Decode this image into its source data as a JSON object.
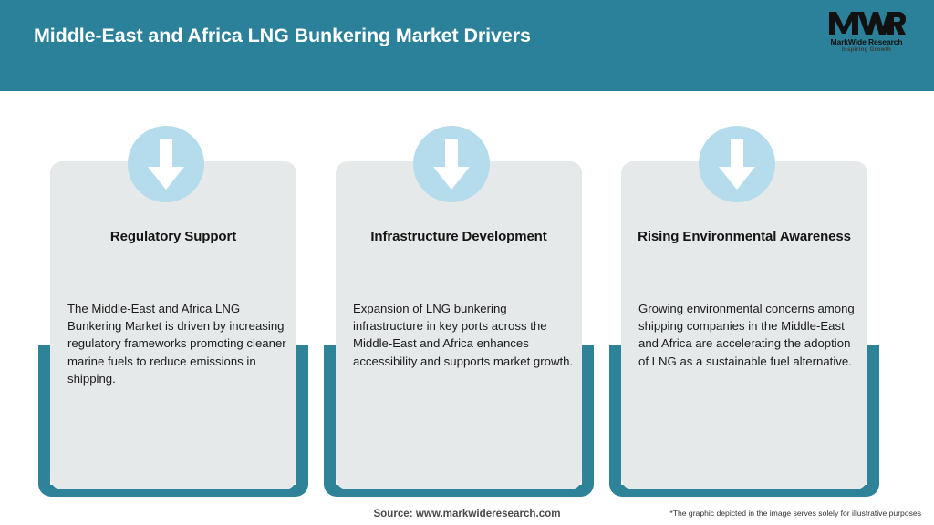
{
  "header": {
    "title": "Middle-East and Africa LNG Bunkering Market Drivers",
    "background_color": "#2a8199",
    "title_color": "#ffffff",
    "logo": {
      "mark_text": "MWR",
      "name": "MarkWide Research",
      "tagline": "Inspiring Growth"
    }
  },
  "colors": {
    "header_teal": "#2a8199",
    "frame_teal": "#2e8399",
    "card_gray": "#e6e9ea",
    "badge_blue": "#b5dced",
    "arrow_white": "#ffffff",
    "page_background": "#ffffff"
  },
  "cards": [
    {
      "icon": "down-arrow-icon",
      "title": "Regulatory Support",
      "body": "The Middle-East and Africa LNG Bunkering Market is driven by increasing regulatory frameworks promoting cleaner marine fuels to reduce emissions in shipping."
    },
    {
      "icon": "down-arrow-icon",
      "title": "Infrastructure Development",
      "body": "Expansion of LNG bunkering infrastructure in key ports across the Middle-East and Africa enhances accessibility and supports market growth."
    },
    {
      "icon": "down-arrow-icon",
      "title": "Rising Environmental Awareness",
      "body": "Growing environmental concerns among shipping companies in the Middle-East and Africa are accelerating the adoption of LNG as a sustainable fuel alternative."
    }
  ],
  "footer": {
    "source": "Source: www.markwideresearch.com",
    "disclaimer": "*The graphic depicted in the image serves solely for illustrative purposes"
  }
}
